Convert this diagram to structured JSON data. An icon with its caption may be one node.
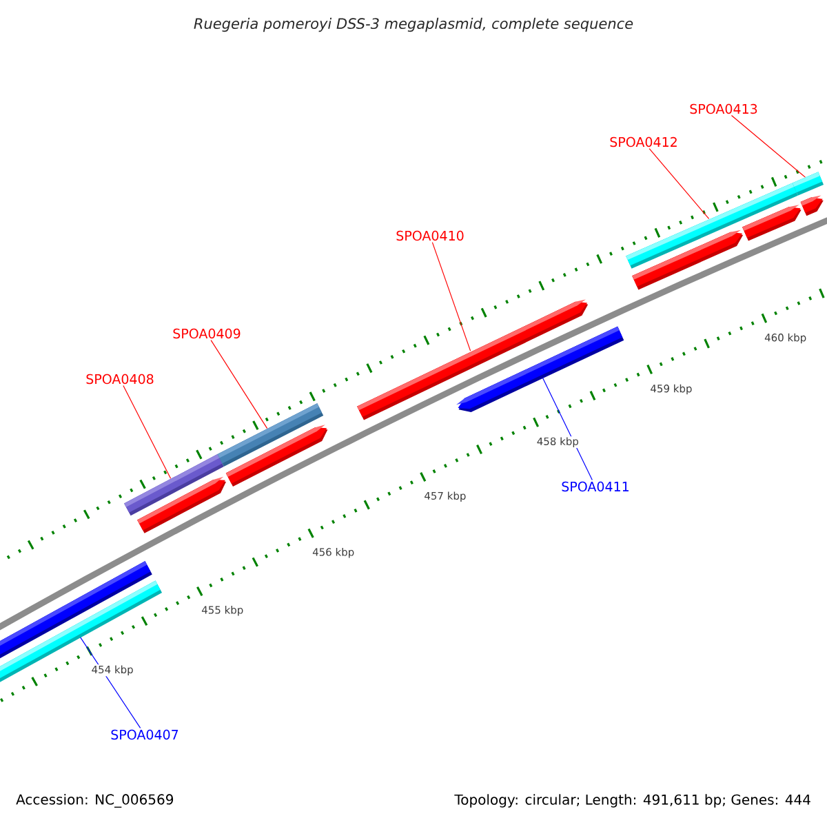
{
  "diagram": {
    "title": "Ruegeria pomeroyi DSS-3 megaplasmid, complete sequence",
    "nodes": [
      {
        "text": [
          "SPOA0407"
        ]
      },
      {
        "text": [
          "SPOA0408"
        ]
      },
      {
        "text": [
          "SPOA0409"
        ]
      },
      {
        "text": [
          "SPOA0410"
        ]
      },
      {
        "text": [
          "SPOA0411"
        ]
      },
      {
        "text": [
          "SPOA0412"
        ]
      },
      {
        "text": [
          "SPOA0413"
        ]
      },
      {
        "text": [],
        "shape": "bar"
      },
      {
        "text": [],
        "shape": "bar"
      },
      {
        "text": [],
        "shape": "bar"
      },
      {
        "text": [],
        "shape": "bar"
      },
      {
        "text": [],
        "shape": "bar"
      },
      {
        "text": [],
        "shape": "bar"
      },
      {
        "text": [],
        "shape": "bar"
      },
      {
        "text": [],
        "shape": "bar"
      },
      {
        "text": [],
        "shape": "bar"
      },
      {
        "text": [],
        "shape": "bar"
      },
      {
        "text": [],
        "shape": "bar"
      },
      {
        "text": [],
        "shape": "bar"
      },
      {
        "text": [],
        "shape": "bar"
      }
    ],
    "edges": [
      {
        "from": 0,
        "to": 8,
        "arrow": "none",
        "color": "#0000ff"
      },
      {
        "from": 1,
        "to": 9,
        "arrow": "none"
      },
      {
        "from": 2,
        "to": 11,
        "arrow": "none"
      },
      {
        "from": 3,
        "to": 13,
        "arrow": "none"
      },
      {
        "from": 4,
        "to": 14,
        "arrow": "none",
        "color": "#0000ff"
      },
      {
        "from": 5,
        "to": 15,
        "arrow": "none"
      },
      {
        "from": 6,
        "to": 18,
        "arrow": "none"
      }
    ],
    "labels": [
      "454 kbp",
      "455 kbp",
      "456 kbp",
      "457 kbp",
      "458 kbp",
      "459 kbp",
      "460 kbp",
      "Accession: NC_006569",
      "Topology: circular; Length: 491,611 bp; Genes: 444"
    ]
  }
}
